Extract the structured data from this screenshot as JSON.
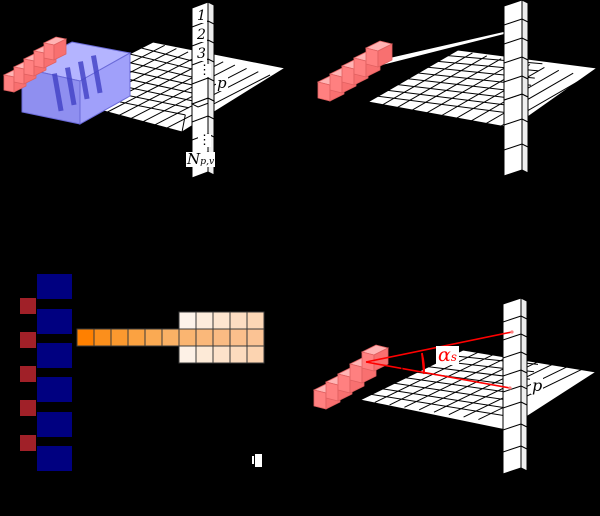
{
  "figure": {
    "title": "Detector geometry schematic",
    "background_color": "#000000",
    "panel_count": 4
  },
  "panels": [
    {
      "id": "panel-top-left",
      "name": "voxel-column-indexing",
      "description": "Grid plane pierced by a vertical column of numbered voxels with a blue slab source and red cubes",
      "labels": [
        {
          "name": "voxel-1",
          "text": "1"
        },
        {
          "name": "voxel-2",
          "text": "2"
        },
        {
          "name": "voxel-3",
          "text": "3"
        },
        {
          "name": "voxel-ellipsis-top",
          "text": "⋮"
        },
        {
          "name": "voxel-ellipsis-bottom",
          "text": "⋮"
        },
        {
          "name": "voxel-last",
          "text": "N",
          "subscript": "p,v"
        },
        {
          "name": "pixel-label",
          "text": "p"
        }
      ],
      "colors": {
        "slab": "#9999f5",
        "slab_top": "#b3b3ff",
        "slab_side": "#7d7de8",
        "cubes": "#ff8080"
      }
    },
    {
      "id": "panel-top-right",
      "name": "ray-through-column",
      "description": "Red cube array emitting a narrow ray that crosses the grid plane and hits the vertical column",
      "labels": [],
      "colors": {
        "cubes": "#ff8080",
        "ray": "#ffffff"
      }
    },
    {
      "id": "panel-bottom-left",
      "name": "detector-strip-response",
      "description": "Dark blue detector strips with dark red readout pads and an orange intensity profile fanning into a 5x3 response grid",
      "labels": [],
      "colors": {
        "strip": "#000080",
        "pad": "#a02028",
        "beam_start": "#ff8000",
        "beam_end": "#fcc98a",
        "fan_light": "#fdeedd"
      },
      "strip_count": 6,
      "pad_count": 5,
      "beam_cells": 6,
      "fan_cols": 5,
      "fan_rows": 3,
      "beam_gradient": [
        "#ff8000",
        "#ff8c14",
        "#fc9428",
        "#fb9d3c",
        "#fba54e",
        "#fbad62",
        "#fab173",
        "#fab97f",
        "#fabb85",
        "#fabf8c",
        "#fbc493"
      ],
      "fan_top_gradient": [
        "#fdf3ea",
        "#fdecdc",
        "#fde5cf",
        "#fcddc2",
        "#fcd7b6"
      ],
      "fan_bot_gradient": [
        "#fdf1e6",
        "#fdead7",
        "#fde2ca",
        "#fcdbbe",
        "#fcd4b1"
      ]
    },
    {
      "id": "panel-bottom-right",
      "name": "scattering-angle",
      "description": "Red cube array with two red lines to the column defining the scattering angle alpha_s",
      "labels": [
        {
          "name": "alpha-angle-label",
          "text": "α",
          "subscript": "s",
          "color": "#ff0000"
        },
        {
          "name": "pixel-label",
          "text": "p"
        }
      ],
      "colors": {
        "cubes": "#ff8080",
        "angle_lines": "#ff0000"
      }
    }
  ],
  "geometry": {
    "grid_rows": 9,
    "grid_cols": 9,
    "column_cubes_above": 5,
    "column_cubes_below": 4
  }
}
